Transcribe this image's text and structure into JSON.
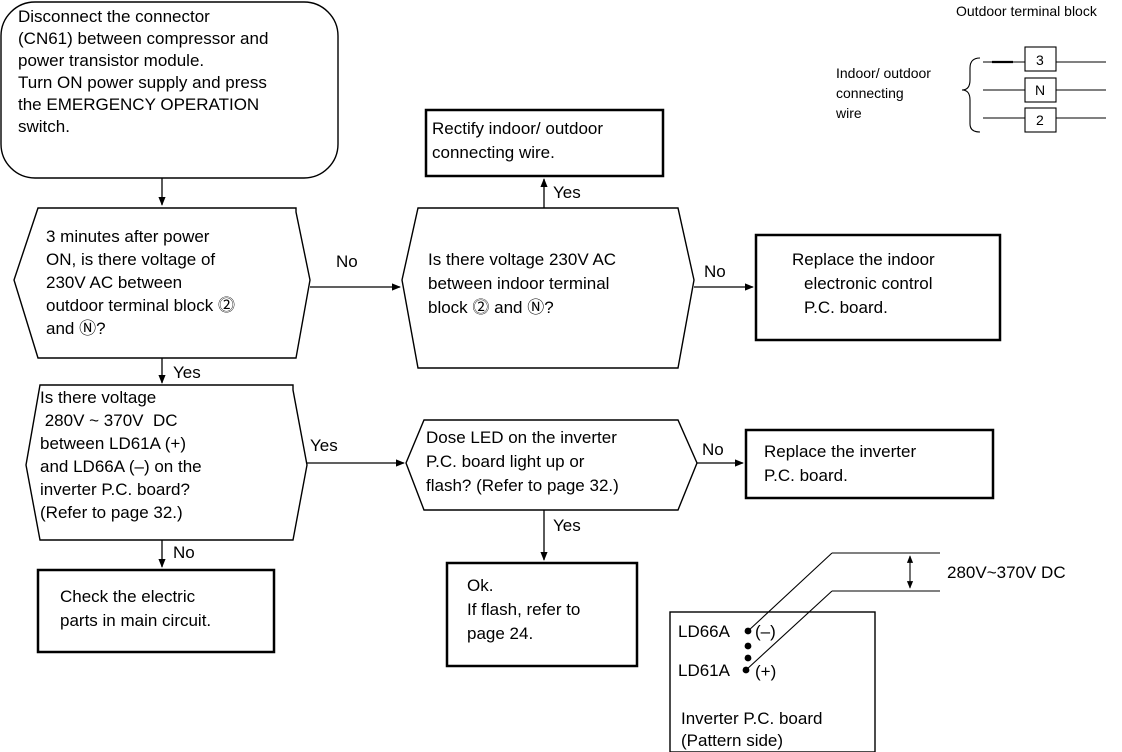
{
  "nodes": {
    "start": [
      "Disconnect the connector",
      "(CN61) between compressor and",
      "power transistor module.",
      "Turn ON power supply and press",
      "the EMERGENCY OPERATION",
      "switch."
    ],
    "q_outdoor_voltage": [
      "3 minutes after power",
      "ON, is there voltage of",
      "230V AC between",
      "outdoor terminal block ⓶",
      "and Ⓝ?"
    ],
    "rectify": [
      "Rectify indoor/ outdoor",
      "connecting wire."
    ],
    "q_indoor_voltage": [
      "Is there voltage 230V AC",
      "between indoor terminal",
      "block ⓶ and Ⓝ?"
    ],
    "replace_indoor": [
      "Replace the indoor",
      "electronic control",
      "P.C. board."
    ],
    "q_dc_voltage": [
      "Is there voltage",
      " 280V ~ 370V  DC",
      "between LD61A (+)",
      "and LD66A (–) on the",
      "inverter P.C. board?",
      "(Refer to page 32.)"
    ],
    "q_led": [
      "Dose LED on the inverter",
      "P.C. board light up or",
      "flash? (Refer to page 32.)"
    ],
    "replace_inverter": [
      "Replace the inverter",
      "P.C. board."
    ],
    "check_parts": [
      "Check the electric",
      "parts in main circuit."
    ],
    "ok": [
      "Ok.",
      "If flash, refer to",
      "page 24."
    ]
  },
  "edges": {
    "yes": "Yes",
    "no": "No"
  },
  "terminal_block": {
    "title": "Outdoor terminal block",
    "label": [
      "Indoor/ outdoor",
      "connecting",
      "wire"
    ],
    "terminals": [
      "3",
      "N",
      "2"
    ]
  },
  "pcb": {
    "neg_point": "LD66A",
    "neg_sign": "(–)",
    "pos_point": "LD61A",
    "pos_sign": "(+)",
    "voltage": "280V~370V DC",
    "caption": [
      "Inverter P.C. board",
      "(Pattern side)"
    ]
  },
  "colors": {
    "line": "#000000",
    "background": "#ffffff"
  }
}
